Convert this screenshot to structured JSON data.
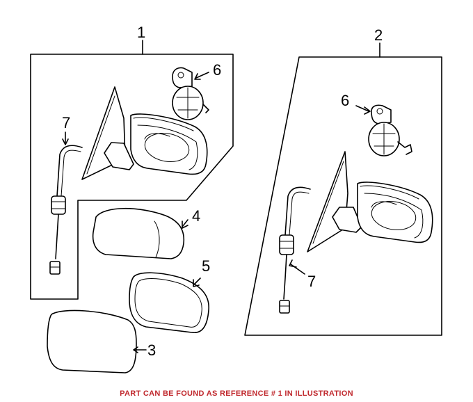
{
  "callouts": {
    "assembly_left": "1",
    "assembly_right": "2",
    "glass": "3",
    "cover": "4",
    "glass_holder": "5",
    "motor_left": "6",
    "motor_right": "6",
    "harness_left": "7",
    "harness_right": "7"
  },
  "footer": {
    "note": "PART CAN BE FOUND AS REFERENCE # 1 IN ILLUSTRATION"
  },
  "colors": {
    "line": "#000000",
    "note": "#c0282d"
  }
}
